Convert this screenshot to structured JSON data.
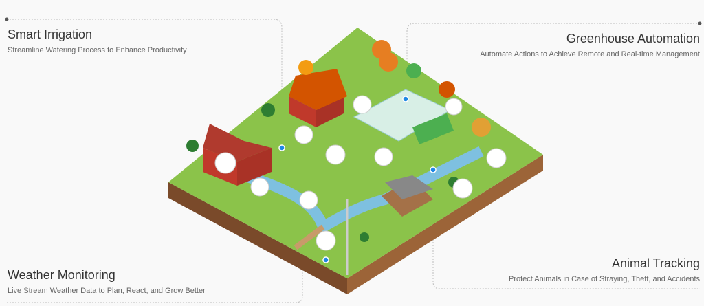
{
  "features": [
    {
      "title": "Smart Irrigation",
      "subtitle": "Streamline Watering Process to Enhance Productivity"
    },
    {
      "title": "Greenhouse Automation",
      "subtitle": "Automate Actions to Achieve Remote and Real-time Management"
    },
    {
      "title": "Weather Monitoring",
      "subtitle": "Live Stream Weather Data to Plan, React, and Grow Better"
    },
    {
      "title": "Animal Tracking",
      "subtitle": "Protect Animals in Case of Straying, Theft, and Accidents"
    }
  ],
  "colors": {
    "marker": "#1e88e5",
    "grass": "#8bc34a",
    "soil": "#8d5a34",
    "line": "#bbbbbb"
  }
}
